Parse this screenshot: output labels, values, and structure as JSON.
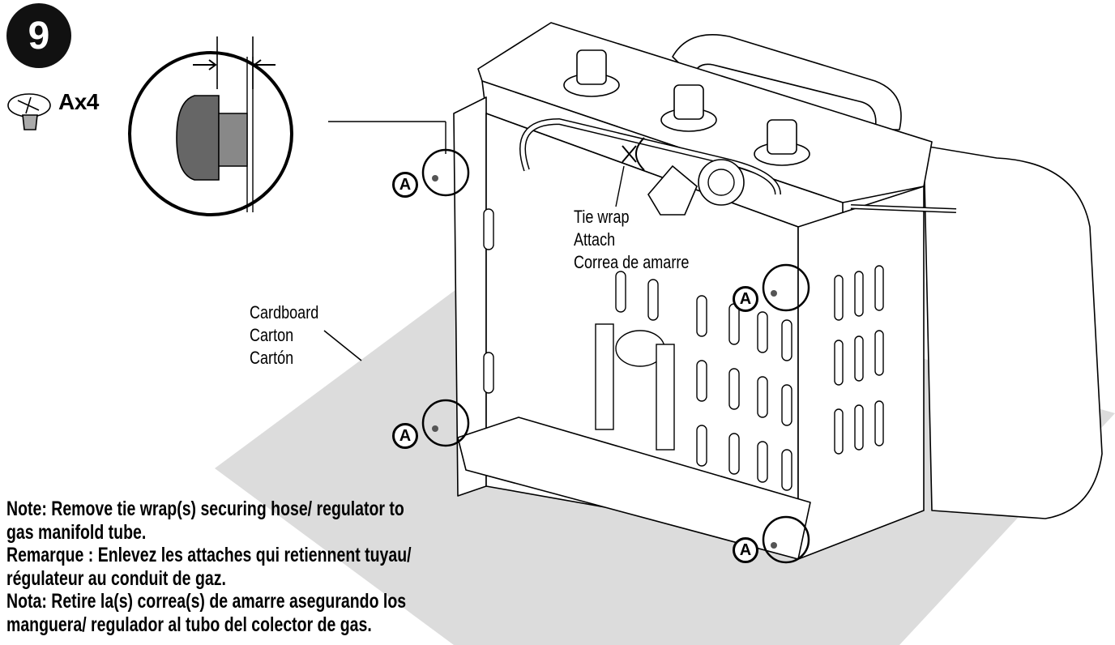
{
  "step": {
    "number": "9"
  },
  "parts": {
    "quantity_label": "Ax4",
    "icon": "screw-icon"
  },
  "screw_labels": [
    "A",
    "A",
    "A",
    "A"
  ],
  "tie_wrap_callout": [
    "Tie wrap",
    "Attach",
    "Correa de amarre"
  ],
  "cardboard_callout": [
    "Cardboard",
    "Carton",
    "Cartón"
  ],
  "note": [
    "Note: Remove tie wrap(s) securing hose/ regulator to",
    "gas manifold tube.",
    "Remarque : Enlevez les attaches qui retiennent tuyau/",
    "régulateur au conduit de gaz.",
    "Nota: Retire la(s) correa(s) de amarre asegurando los",
    "manguera/ regulador al tubo del colector de gas."
  ],
  "colors": {
    "ink": "#000000",
    "shadow": "#dcdcdc",
    "metal": "#ffffff",
    "screw": "#555555"
  }
}
